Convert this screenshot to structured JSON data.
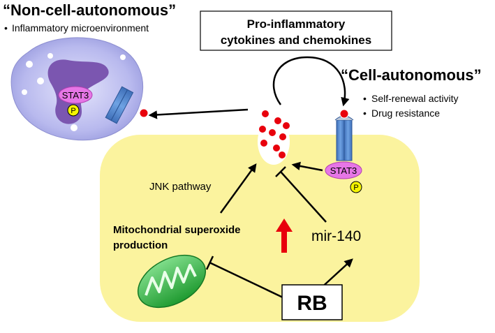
{
  "left_heading": {
    "title": "“Non-cell-autonomous”",
    "bullet": "Inflammatory microenvironment"
  },
  "right_heading": {
    "title": "“Cell-autonomous”",
    "bullets": [
      "Self-renewal activity",
      "Drug resistance"
    ]
  },
  "cytokine_box": {
    "line1": "Pro-inflammatory",
    "line2": "cytokines and chemokines"
  },
  "labels": {
    "stat3": "STAT3",
    "phospho": "P",
    "jnk": "JNK pathway",
    "mito_line1": "Mitochondrial superoxide",
    "mito_line2": "production",
    "mir": "mir-140",
    "rb": "RB"
  },
  "bullet_glyph": "•",
  "colors": {
    "cell_fill": "#fbf39e",
    "receptor": "#4a7fc7",
    "stat3": "#e676e6",
    "phospho": "#f5f500",
    "dot": "#e8000c",
    "up_arrow": "#e8000c",
    "mito": "#2fb43f",
    "macrophage": "#a8a9e8",
    "nucleus": "#7b56b0"
  }
}
